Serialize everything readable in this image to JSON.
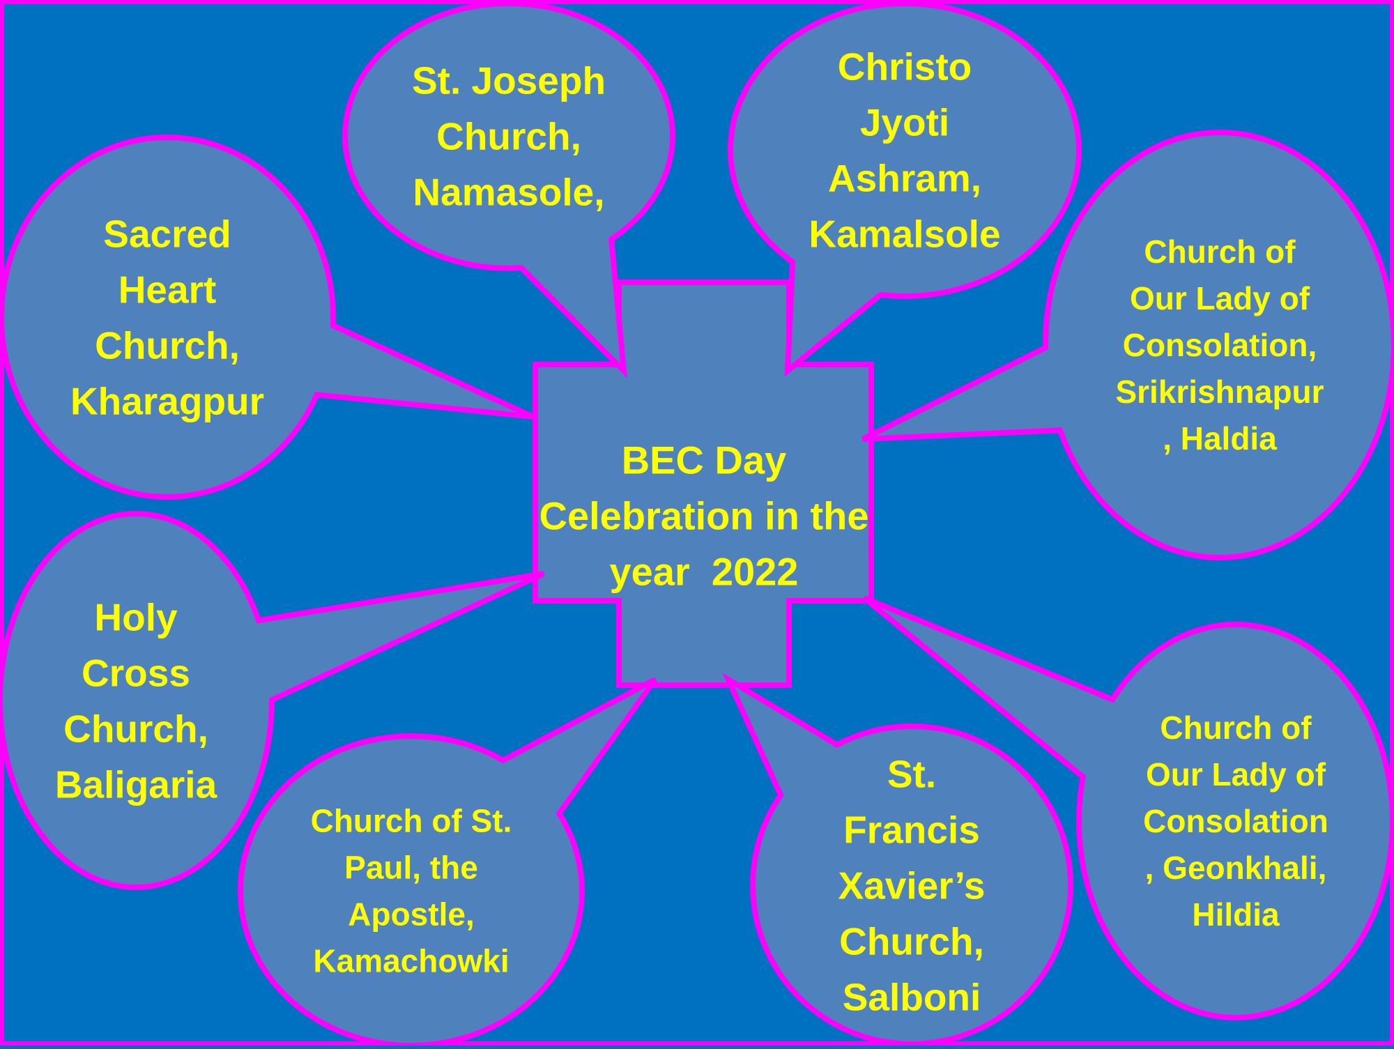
{
  "colors": {
    "background": "#0070c0",
    "shape_fill": "#4f81bd",
    "outline": "#ff00ff",
    "text": "#ffff00"
  },
  "center": {
    "lines": [
      "BEC Day",
      "Celebration in the",
      "year  2022"
    ]
  },
  "callouts": [
    {
      "id": "st-joseph",
      "lines": [
        "St. Joseph",
        "Church,",
        "Namasole,"
      ]
    },
    {
      "id": "christo-jyoti",
      "lines": [
        "Christo",
        "Jyoti",
        "Ashram,",
        "Kamalsole"
      ]
    },
    {
      "id": "sacred-heart",
      "lines": [
        "Sacred",
        "Heart",
        "Church,",
        "Kharagpur"
      ]
    },
    {
      "id": "our-lady-srikrishnapur",
      "lines": [
        "Church of",
        "Our Lady of",
        "Consolation,",
        "Srikrishnapur",
        ", Haldia"
      ]
    },
    {
      "id": "holy-cross",
      "lines": [
        "Holy",
        "Cross",
        "Church,",
        "Baligaria"
      ]
    },
    {
      "id": "st-paul",
      "lines": [
        "Church of St.",
        "Paul, the",
        "Apostle,",
        "Kamachowki"
      ]
    },
    {
      "id": "st-francis-xavier",
      "lines": [
        "St.",
        "Francis",
        "Xavier’s",
        "Church,",
        "Salboni"
      ]
    },
    {
      "id": "our-lady-geonkhali",
      "lines": [
        "Church of",
        "Our Lady of",
        "Consolation",
        ", Geonkhali,",
        "Hildia"
      ]
    }
  ]
}
